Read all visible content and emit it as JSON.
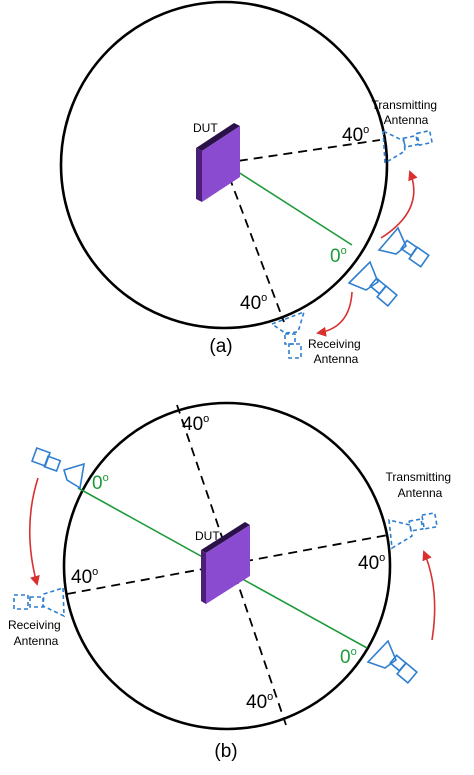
{
  "colors": {
    "circle": "#000000",
    "dashed": "#000000",
    "beam": "#1e9a3a",
    "dut_face": "#8a4bd0",
    "dut_edge": "#4b1f78",
    "antenna": "#2f7fd0",
    "arrow": "#d93030"
  },
  "panel_a": {
    "caption": "(a)",
    "dut_label": "DUT",
    "tx_label": [
      "Transmitting",
      "Antenna"
    ],
    "rx_label": [
      "Receiving",
      "Antenna"
    ],
    "angle_tx": "40",
    "angle_rx": "40",
    "angle_zero": "0",
    "degree": "o"
  },
  "panel_b": {
    "caption": "(b)",
    "dut_label": "DUT",
    "tx_label": [
      "Transmitting",
      "Antenna"
    ],
    "rx_label": [
      "Receiving",
      "Antenna"
    ],
    "angle_top": "40",
    "angle_left": "40",
    "angle_right": "40",
    "angle_bottom": "40",
    "angle_zero_left": "0",
    "angle_zero_right": "0",
    "degree": "o"
  }
}
